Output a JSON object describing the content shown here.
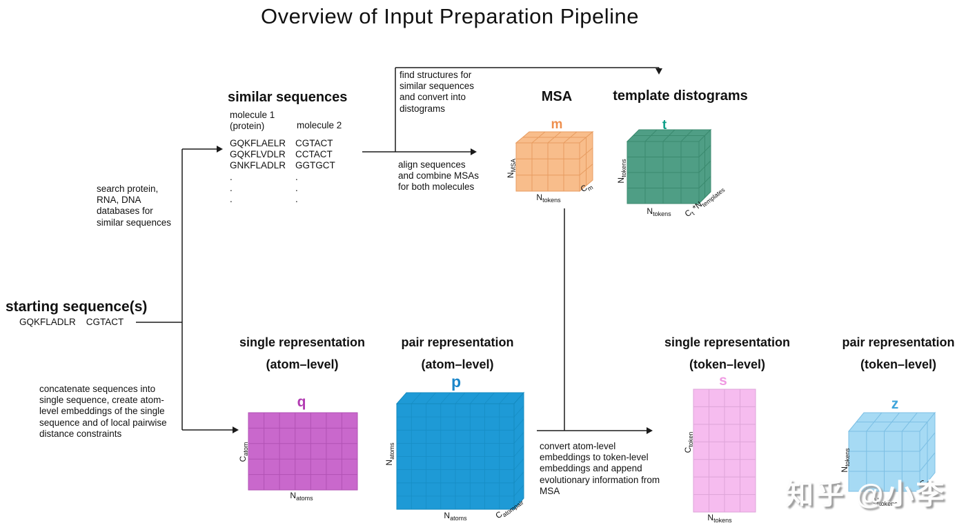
{
  "title": "Overview of Input Preparation Pipeline",
  "watermark": "知乎 @小李",
  "line_color": "#1a1a1a",
  "headings": {
    "similar_sequences": "similar sequences",
    "msa": "MSA",
    "template_distograms": "template distograms",
    "starting_sequences": "starting sequence(s)",
    "single_rep": "single representation",
    "pair_rep": "pair representation",
    "atom_level": "(atom–level)",
    "token_level": "(token–level)"
  },
  "annotations": {
    "search": "search protein,\nRNA, DNA\ndatabases for\nsimilar sequences",
    "find_structures": "find structures for\nsimilar sequences\nand convert into\ndistograms",
    "align": "align sequences\nand combine MSAs\nfor both molecules",
    "concatenate": "concatenate sequences into\nsingle sequence, create atom-\nlevel embeddings of the single\nsequence and of local pairwise\ndistance constraints",
    "convert": "convert atom-level\nembeddings to token-level\nembeddings and append\nevolutionary information from\nMSA"
  },
  "sequences": {
    "molecule1_label": "molecule 1\n(protein)",
    "molecule2_label": "molecule 2",
    "molecule1_list": "GQKFLAELR\nGQKFLVDLR\nGNKFLADLR\n.\n.\n.",
    "molecule2_list": "CGTACT\nCCTACT\nGGTGCT\n.\n.\n.",
    "starting": "GQKFLADLR    CGTACT"
  },
  "tensors": {
    "m": {
      "label": "m",
      "label_color": "#ee8f4e",
      "fill": "#f8bd8b",
      "grid": "#e79c60"
    },
    "t": {
      "label": "t",
      "label_color": "#0f9f89",
      "fill": "#4f9e85",
      "grid": "#3b8a6f"
    },
    "q": {
      "label": "q",
      "label_color": "#b23cb2",
      "fill": "#c968cc",
      "grid": "#b152b4"
    },
    "p": {
      "label": "p",
      "label_color": "#1b86c9",
      "fill": "#1e9ad6",
      "grid": "#148abf"
    },
    "s": {
      "label": "s",
      "label_color": "#f09ae3",
      "fill": "#f6bcef",
      "grid": "#dda4d8"
    },
    "z": {
      "label": "z",
      "label_color": "#3ea4da",
      "fill": "#a6daf4",
      "grid": "#7cbfe4"
    }
  },
  "axes": {
    "n_msa": {
      "b": "N",
      "s": "MSA"
    },
    "n_tokens": {
      "b": "N",
      "s": "tokens"
    },
    "n_atoms": {
      "b": "N",
      "s": "atoms"
    },
    "c_m": {
      "b": "C",
      "s": "m"
    },
    "c_atom": {
      "b": "C",
      "s": "atom"
    },
    "c_atompair": {
      "b": "C",
      "s": "atompair"
    },
    "c_token": {
      "b": "C",
      "s": "token"
    },
    "c_z": {
      "b": "C",
      "s": "z"
    },
    "ct_ntemplates": {
      "b1": "C",
      "s1": "t",
      "mid": " *",
      "b2": "N",
      "s2": "templates"
    }
  }
}
